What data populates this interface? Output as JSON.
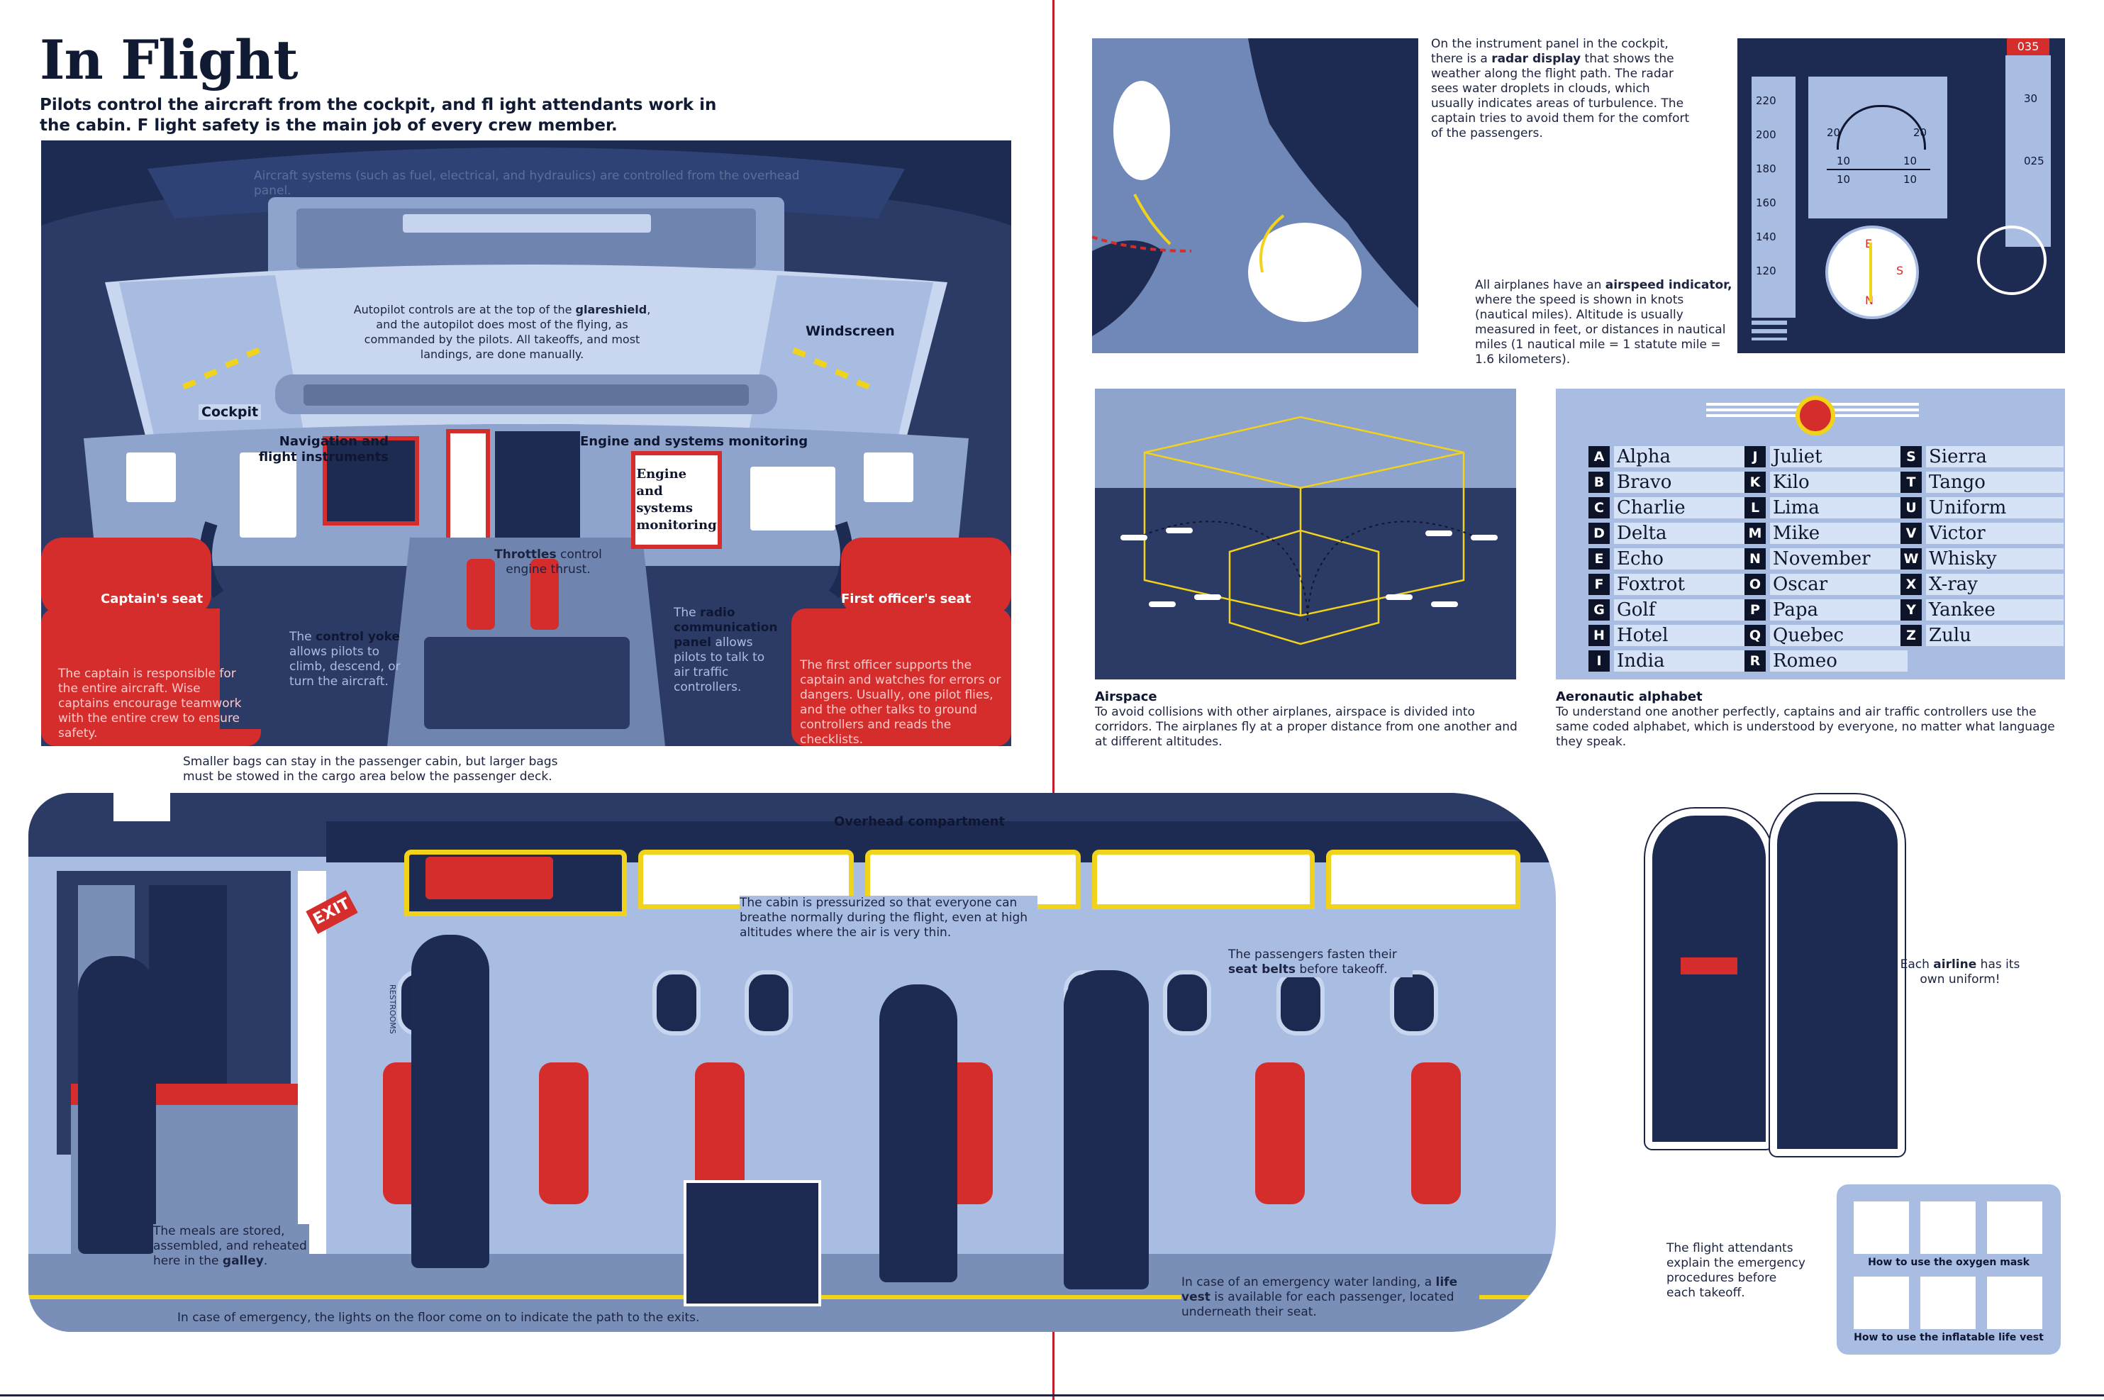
{
  "page": {
    "title": "In Flight",
    "intro": "Pilots control the aircraft from the cockpit, and fl ight attendants work in the cabin. F light safety is the main job of every crew member."
  },
  "cockpit": {
    "overhead": "Aircraft systems (such as fuel, electrical, and hydraulics) are controlled from the overhead panel.",
    "autopilot_1": "Autopilot controls are at the top of the",
    "autopilot_bold": "glareshield",
    "autopilot_2": ", and the autopilot does most of the flying, as commanded by the pilots. All takeoffs, and most landings, are done manually.",
    "windscreen": "Windscreen",
    "cockpit": "Cockpit",
    "navigation": "Navigation and flight instruments",
    "engine_monitoring": "Engine and systems monitoring",
    "engine_monitoring_box": "Engine and systems monitoring",
    "throttles_bold": "Throttles",
    "throttles_rest": " control engine thrust.",
    "captain_seat": "Captain's seat",
    "first_officer_seat": "First officer's seat",
    "yoke_1": "The ",
    "yoke_bold": "control yoke",
    "yoke_2": " allows pilots to climb, descend, or turn the aircraft.",
    "radio_1": "The ",
    "radio_bold": "radio communication panel",
    "radio_2": " allows pilots to talk to air traffic controllers.",
    "captain_text": "The captain is responsible for the entire aircraft. Wise captains encourage teamwork with the entire crew to ensure safety.",
    "first_officer_text": "The first officer supports the captain and watches for errors or dangers. Usually, one pilot flies, and the other talks to ground controllers and reads the checklists."
  },
  "radar": {
    "text_1": "On the instrument panel in the cockpit, there is a ",
    "text_bold": "radar display",
    "text_2": " that shows the weather along the flight path. The radar sees water droplets in clouds, which usually indicates areas of turbulence. The captain tries to avoid them for the comfort of the passengers."
  },
  "airspeed": {
    "text_1": "All airplanes have an ",
    "text_bold": "airspeed indicator,",
    "text_2": " where the speed is shown in knots (nautical miles). Altitude is usually measured in feet, or distances in nautical miles (1 nautical mile = 1 statute mile = 1.6 kilometers).",
    "speed_ticks": [
      "220",
      "200",
      "180",
      "160",
      "140",
      "120"
    ],
    "alt_readout": "035",
    "alt_ticks": [
      "30",
      "025"
    ],
    "pitch_labels": [
      "20",
      "20",
      "10",
      "10",
      "10",
      "10"
    ],
    "compass": [
      "E",
      "S",
      "N"
    ]
  },
  "airspace": {
    "heading": "Airspace",
    "text": "To avoid collisions with other airplanes, airspace is divided into corridors. The airplanes fly at a proper distance from one another and at different altitudes."
  },
  "alphabet": {
    "heading": "Aeronautic alphabet",
    "text": "To understand one another perfectly, captains and air traffic controllers use the same coded alphabet, which is understood by everyone, no matter what language they speak.",
    "columns": [
      [
        [
          "A",
          "Alpha"
        ],
        [
          "B",
          "Bravo"
        ],
        [
          "C",
          "Charlie"
        ],
        [
          "D",
          "Delta"
        ],
        [
          "E",
          "Echo"
        ],
        [
          "F",
          "Foxtrot"
        ],
        [
          "G",
          "Golf"
        ],
        [
          "H",
          "Hotel"
        ],
        [
          "I",
          "India"
        ]
      ],
      [
        [
          "J",
          "Juliet"
        ],
        [
          "K",
          "Kilo"
        ],
        [
          "L",
          "Lima"
        ],
        [
          "M",
          "Mike"
        ],
        [
          "N",
          "November"
        ],
        [
          "O",
          "Oscar"
        ],
        [
          "P",
          "Papa"
        ],
        [
          "Q",
          "Quebec"
        ],
        [
          "R",
          "Romeo"
        ]
      ],
      [
        [
          "S",
          "Sierra"
        ],
        [
          "T",
          "Tango"
        ],
        [
          "U",
          "Uniform"
        ],
        [
          "V",
          "Victor"
        ],
        [
          "W",
          "Whisky"
        ],
        [
          "X",
          "X-ray"
        ],
        [
          "Y",
          "Yankee"
        ],
        [
          "Z",
          "Zulu"
        ]
      ]
    ]
  },
  "cabin": {
    "bags": "Smaller bags can stay in the passenger cabin, but larger bags must be stowed in the cargo area below the passenger deck.",
    "overhead": "Overhead compartment",
    "exit": "EXIT",
    "restrooms": "RESTROOMS",
    "pressure": "The cabin is pressurized so that everyone can breathe normally during the flight, even at high altitudes where the air is very thin.",
    "seatbelts_1": "The passengers fasten their ",
    "seatbelts_bold": "seat belts",
    "seatbelts_2": " before takeoff.",
    "galley_1": "The meals are stored, assembled, and reheated here in the ",
    "galley_bold": "galley",
    "galley_2": ".",
    "floor_lights": "In case of emergency, the lights on the floor come on to indicate the path to the exits.",
    "vest_1": "In case of an emergency water landing, a ",
    "vest_bold": "life vest",
    "vest_2": " is available for each passenger, located underneath their seat."
  },
  "uniforms": {
    "text_1": "Each ",
    "text_bold": "airline",
    "text_2": " has its own uniform!"
  },
  "safety": {
    "text": "The flight attendants explain the emergency procedures before each takeoff.",
    "oxygen": "How to use the oxygen mask",
    "lifevest": "How to use the inflatable life vest"
  },
  "colors": {
    "navy": "#1c2a52",
    "steel": "#7a8fb8",
    "sky": "#a9bde3",
    "red": "#d52c2c",
    "yellow": "#f2d31b",
    "cream": "#ffffff"
  }
}
